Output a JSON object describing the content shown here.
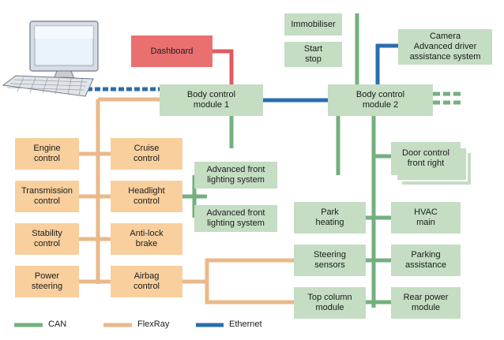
{
  "colors": {
    "can": "#73b07e",
    "flexray": "#eab88a",
    "ethernet": "#2b6cb0",
    "red_link": "#e05a60",
    "orange_box": "#f8cf9d",
    "green_box": "#c4ddc3",
    "red_box": "#ea7070"
  },
  "boxes": {
    "dashboard": "Dashboard",
    "bcm1": "Body control\nmodule 1",
    "bcm2": "Body control\nmodule 2",
    "immobiliser": "Immobiliser",
    "start_stop": "Start\nstop",
    "camera": "Camera\nAdvanced driver\nassistance system",
    "engine_control": "Engine\ncontrol",
    "cruise_control": "Cruise\ncontrol",
    "transmission_control": "Transmission\ncontrol",
    "headlight_control": "Headlight\ncontrol",
    "stability_control": "Stability\ncontrol",
    "anti_lock_brake": "Anti-lock\nbrake",
    "power_steering": "Power\nsteering",
    "airbag_control": "Airbag\ncontrol",
    "afl_1": "Advanced front\nlighting system",
    "afl_2": "Advanced front\nlighting system",
    "door_control": "Door control\nfront right",
    "park_heating": "Park\nheating",
    "hvac_main": "HVAC\nmain",
    "steering_sensors": "Steering\nsensors",
    "parking_assistance": "Parking\nassistance",
    "top_column": "Top column\nmodule",
    "rear_power": "Rear power\nmodule"
  },
  "legend": {
    "can": "CAN",
    "flexray": "FlexRay",
    "ethernet": "Ethernet"
  }
}
